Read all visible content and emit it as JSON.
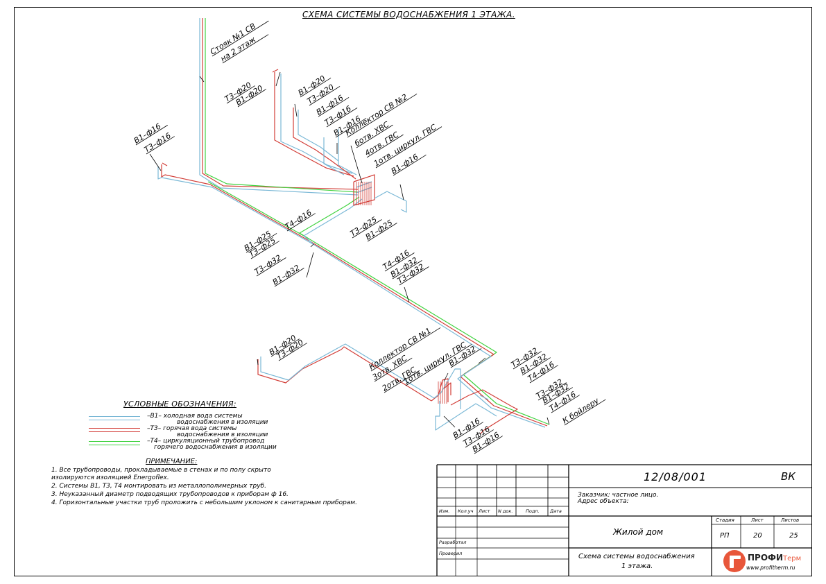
{
  "title": "СХЕМА СИСТЕМЫ ВОДОСНАБЖЕНИЯ 1 ЭТАЖА.",
  "colors": {
    "cold": "#7ab8d6",
    "hot": "#d23c36",
    "circ": "#3fd23f",
    "frame": "#000000"
  },
  "labels": [
    {
      "text": "Стояк №1 СВ"
    },
    {
      "text": "на 2 этаж"
    },
    {
      "text": "Т3–ф20"
    },
    {
      "text": "В1–ф20"
    },
    {
      "text": "В1–ф20"
    },
    {
      "text": "Т3–ф20"
    },
    {
      "text": "В1–ф16"
    },
    {
      "text": "Т3–ф16"
    },
    {
      "text": "В1–ф16"
    },
    {
      "text": "Коллектор СВ №2"
    },
    {
      "text": "6отв. ХВС"
    },
    {
      "text": "4отв. ГВС"
    },
    {
      "text": "1отв. циркул. ГВС"
    },
    {
      "text": "В1–ф16"
    },
    {
      "text": "Т3–ф16"
    },
    {
      "text": "В1–ф16"
    },
    {
      "text": "Т4–ф16"
    },
    {
      "text": "Т3–ф25"
    },
    {
      "text": "В1–ф25"
    },
    {
      "text": "В1–ф25"
    },
    {
      "text": "Т3–ф25"
    },
    {
      "text": "Т3–ф32"
    },
    {
      "text": "В1–ф32"
    },
    {
      "text": "Т4–ф16"
    },
    {
      "text": "В1–ф32"
    },
    {
      "text": "Т3–ф32"
    },
    {
      "text": "В1–ф20"
    },
    {
      "text": "Т3–ф20"
    },
    {
      "text": "Коллектор СВ №1"
    },
    {
      "text": "3отв. ХВС"
    },
    {
      "text": "2отв. ГВС"
    },
    {
      "text": "1отв. циркул. ГВС"
    },
    {
      "text": "В1–ф32"
    },
    {
      "text": "Т3–ф32"
    },
    {
      "text": "В1–ф32"
    },
    {
      "text": "Т4–ф16"
    },
    {
      "text": "Т3–ф32"
    },
    {
      "text": "В1–ф32"
    },
    {
      "text": "Т4–ф16"
    },
    {
      "text": "К бойлеру"
    },
    {
      "text": "В1–ф16"
    },
    {
      "text": "Т3–ф16"
    },
    {
      "text": "В1–ф16"
    }
  ],
  "legend": {
    "title": "УСЛОВНЫЕ ОБОЗНАЧЕНИЯ:",
    "items": [
      {
        "line1": "–В1– холодная вода системы",
        "line2": "водоснабжения в изоляции"
      },
      {
        "line1": "–Т3– горячая вода системы",
        "line2": "водоснабжения в изоляции"
      },
      {
        "line1": "–Т4– циркуляционный трубопровод",
        "line2": "горячего водоснабжения в изоляции"
      }
    ]
  },
  "notes": {
    "title": "ПРИМЕЧАНИЕ:",
    "lines": [
      "1. Все трубопроводы, прокладываемые в  стенах  и по полу скрыто",
      "изолируются изоляцией Energoflex.",
      "2. Системы В1, Т3, Т4 монтировать из металлополимерных труб.",
      "3. Неуказанный диаметр подводящих трубопроводов к приборам ф 16.",
      "4. Горизонтальные участки труб проложить с небольшим уклоном к санитарным приборам."
    ]
  },
  "titleblock": {
    "doc_code": "12/08/001",
    "section": "ВК",
    "customer": "Заказчик: частное лицо.",
    "address": "Адрес объекта:",
    "columns": [
      "Изм.",
      "Кол.уч",
      "Лист",
      "N док.",
      "Подп.",
      "Дата"
    ],
    "developed": "Разработал",
    "checked": "Проверил",
    "object_name": "Жилой дом",
    "stage_label": "Стадия",
    "sheet_label": "Лист",
    "sheets_label": "Листов",
    "stage": "РП",
    "sheet": "20",
    "sheets": "25",
    "drawing_title_1": "Схема системы водоснабжения",
    "drawing_title_2": "1 этажа.",
    "logo_brand": "ПРОФИ",
    "logo_brand2": "Терм",
    "logo_url": "www.profitherm.ru"
  }
}
